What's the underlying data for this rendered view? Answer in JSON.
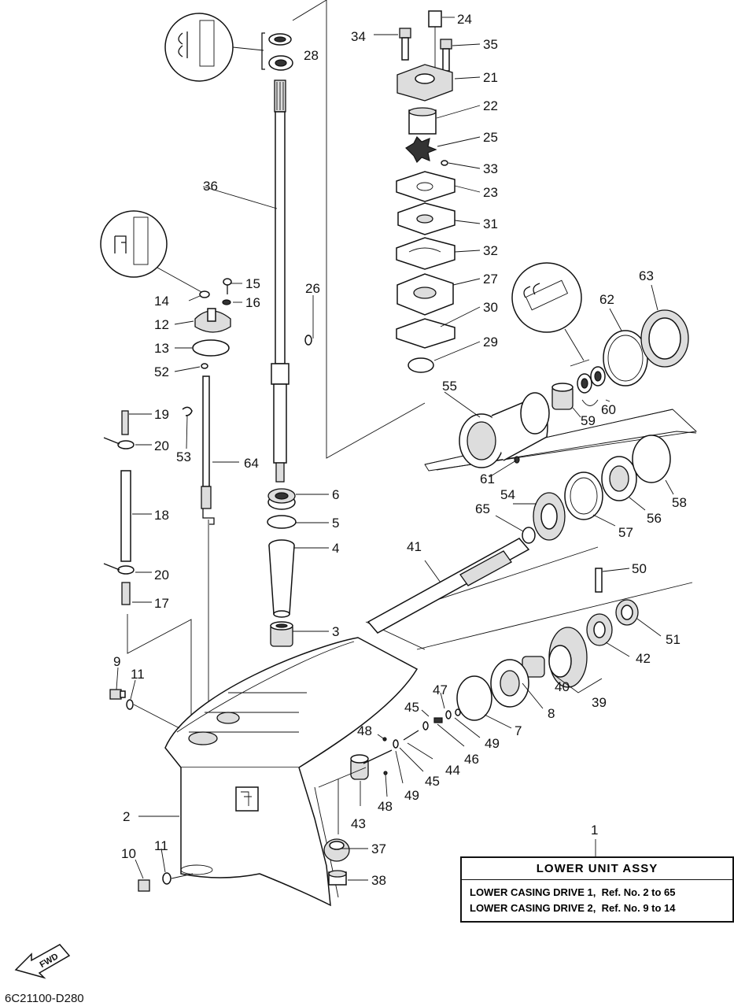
{
  "diagram": {
    "part_numbers": [
      "1",
      "2",
      "3",
      "4",
      "5",
      "6",
      "7",
      "8",
      "9",
      "10",
      "11",
      "11",
      "12",
      "13",
      "14",
      "15",
      "16",
      "17",
      "18",
      "19",
      "20",
      "20",
      "21",
      "22",
      "23",
      "24",
      "25",
      "26",
      "27",
      "28",
      "29",
      "30",
      "31",
      "32",
      "33",
      "34",
      "35",
      "36",
      "37",
      "38",
      "39",
      "40",
      "41",
      "42",
      "43",
      "44",
      "45",
      "45",
      "46",
      "47",
      "48",
      "48",
      "49",
      "49",
      "50",
      "51",
      "52",
      "53",
      "54",
      "55",
      "56",
      "57",
      "58",
      "59",
      "60",
      "61",
      "62",
      "63",
      "64",
      "65"
    ],
    "fwd_label": "FWD",
    "diagram_code": "6C21100-D280"
  },
  "legend": {
    "title": "LOWER UNIT ASSY",
    "rows": [
      {
        "label": "LOWER CASING DRIVE 1,",
        "ref": "Ref. No. 2 to 65"
      },
      {
        "label": "LOWER CASING DRIVE 2,",
        "ref": "Ref. No. 9 to 14"
      }
    ]
  },
  "colors": {
    "line": "#111111",
    "background": "#ffffff"
  }
}
